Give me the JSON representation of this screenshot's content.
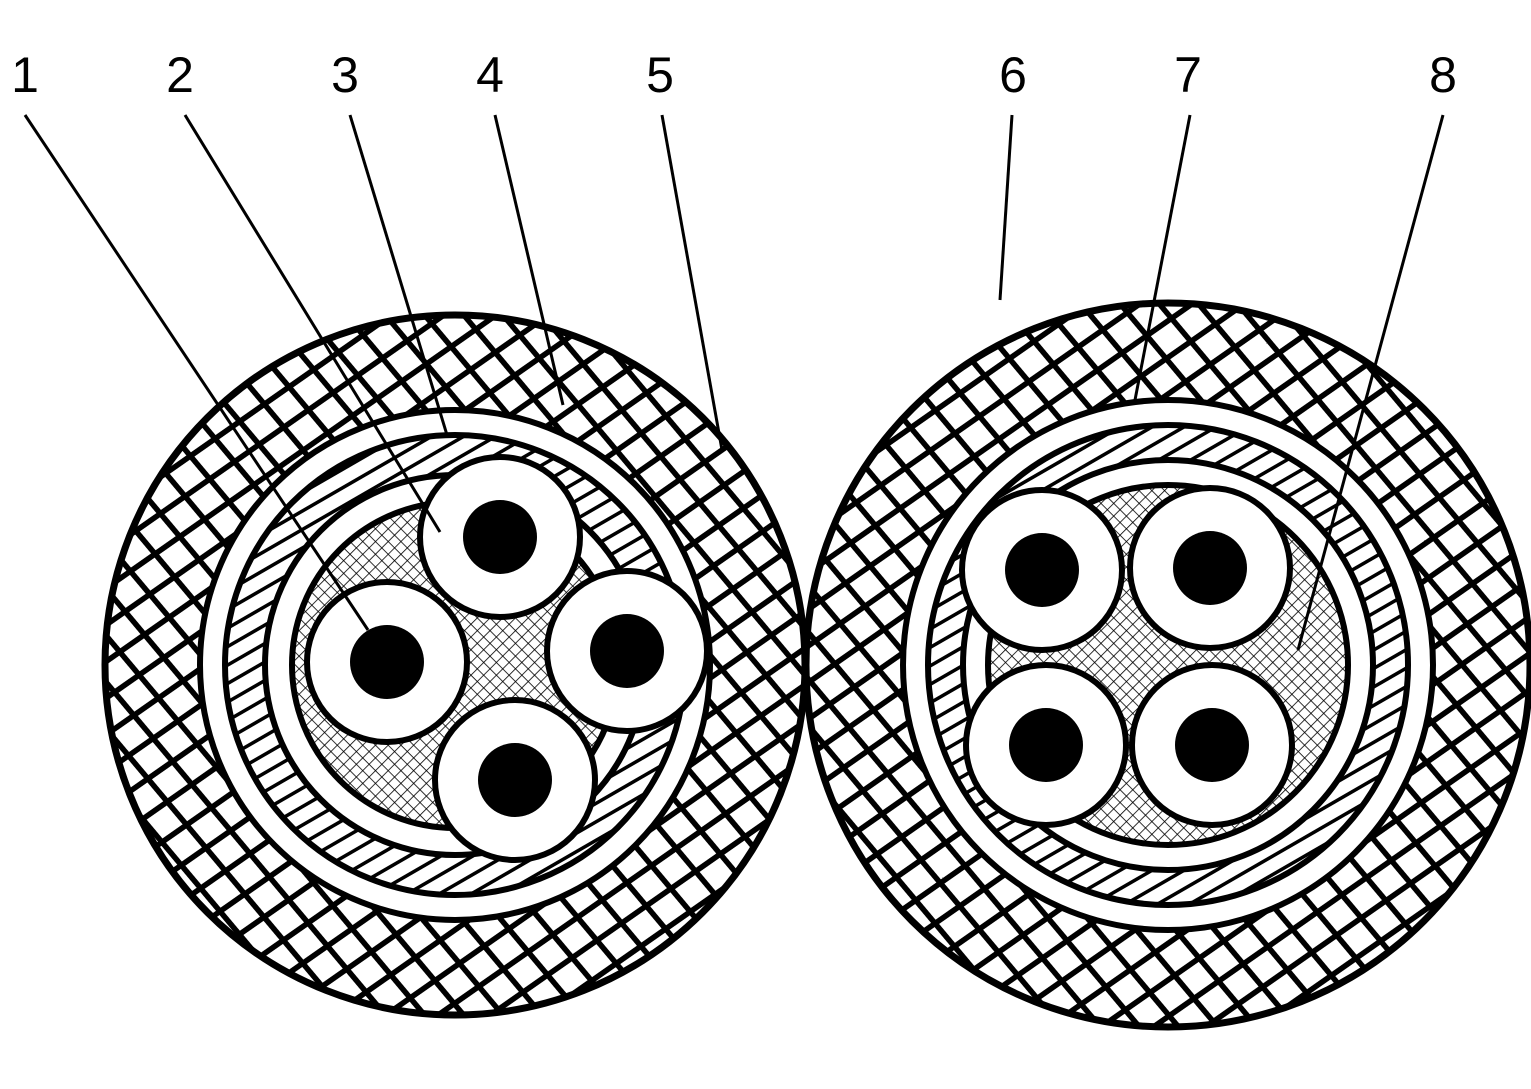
{
  "labels": [
    "1",
    "2",
    "3",
    "4",
    "5",
    "6",
    "7",
    "8"
  ],
  "colors": {
    "ink": "#000000",
    "paper": "#ffffff"
  }
}
